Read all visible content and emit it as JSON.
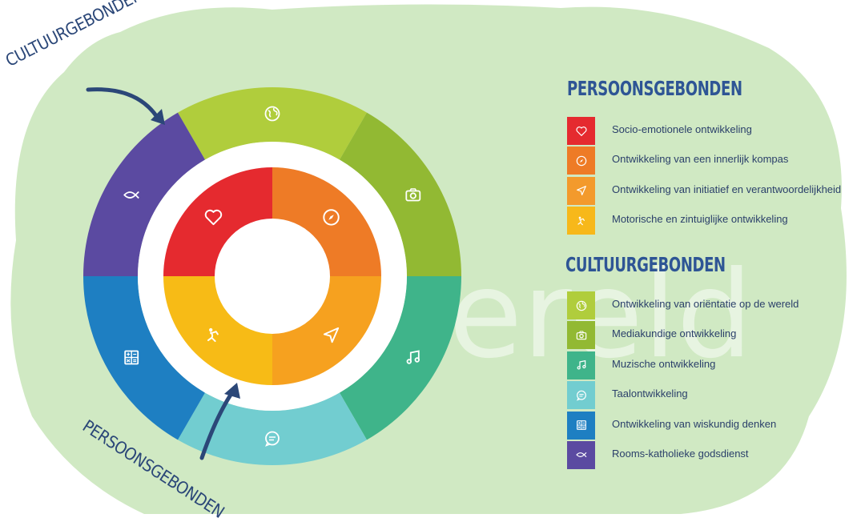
{
  "background": {
    "color": "#cde8c0",
    "watermark": "ereld"
  },
  "callouts": {
    "cultuur": "CULTUURGEBONDEN",
    "persoons": "PERSOONSGEBONDEN"
  },
  "legend": {
    "persoons": {
      "heading": "PERSOONSGEBONDEN",
      "items": [
        {
          "label": "Socio-emotionele ontwikkeling",
          "color": "#e52a2f",
          "icon": "heart-icon"
        },
        {
          "label": "Ontwikkeling van een innerlijk kompas",
          "color": "#ee7b26",
          "icon": "compass-icon"
        },
        {
          "label": "Ontwikkeling van initiatief en verantwoordelijkheid",
          "color": "#f39a2c",
          "icon": "send-icon"
        },
        {
          "label": "Motorische en zintuiglijke ontwikkeling",
          "color": "#f7b81a",
          "icon": "gymnast-icon"
        }
      ]
    },
    "cultuur": {
      "heading": "CULTUURGEBONDEN",
      "items": [
        {
          "label": "Ontwikkeling van oriëntatie op de wereld",
          "color": "#b0cd3c",
          "icon": "globe-icon"
        },
        {
          "label": "Mediakundige ontwikkeling",
          "color": "#92b933",
          "icon": "camera-icon"
        },
        {
          "label": "Muzische ontwikkeling",
          "color": "#3fb48a",
          "icon": "music-note-icon"
        },
        {
          "label": "Taalontwikkeling",
          "color": "#72cdd0",
          "icon": "speech-bubble-icon"
        },
        {
          "label": "Ontwikkeling van wiskundig denken",
          "color": "#1e7fc2",
          "icon": "calculator-icon"
        },
        {
          "label": "Rooms-katholieke godsdienst",
          "color": "#5b4aa1",
          "icon": "fish-icon"
        }
      ]
    }
  },
  "wheel": {
    "inner": [
      {
        "color": "#e52a2f",
        "icon": "heart-icon"
      },
      {
        "color": "#ee7b26",
        "icon": "compass-icon"
      },
      {
        "color": "#f6a11f",
        "icon": "send-icon"
      },
      {
        "color": "#f7bb16",
        "icon": "gymnast-icon"
      }
    ],
    "outer": [
      {
        "color": "#b0cd3c",
        "icon": "globe-icon"
      },
      {
        "color": "#92b933",
        "icon": "camera-icon"
      },
      {
        "color": "#3fb48a",
        "icon": "music-note-icon"
      },
      {
        "color": "#72cdd0",
        "icon": "speech-bubble-icon"
      },
      {
        "color": "#1e7fc2",
        "icon": "calculator-icon"
      },
      {
        "color": "#5b4aa1",
        "icon": "fish-icon"
      }
    ]
  }
}
